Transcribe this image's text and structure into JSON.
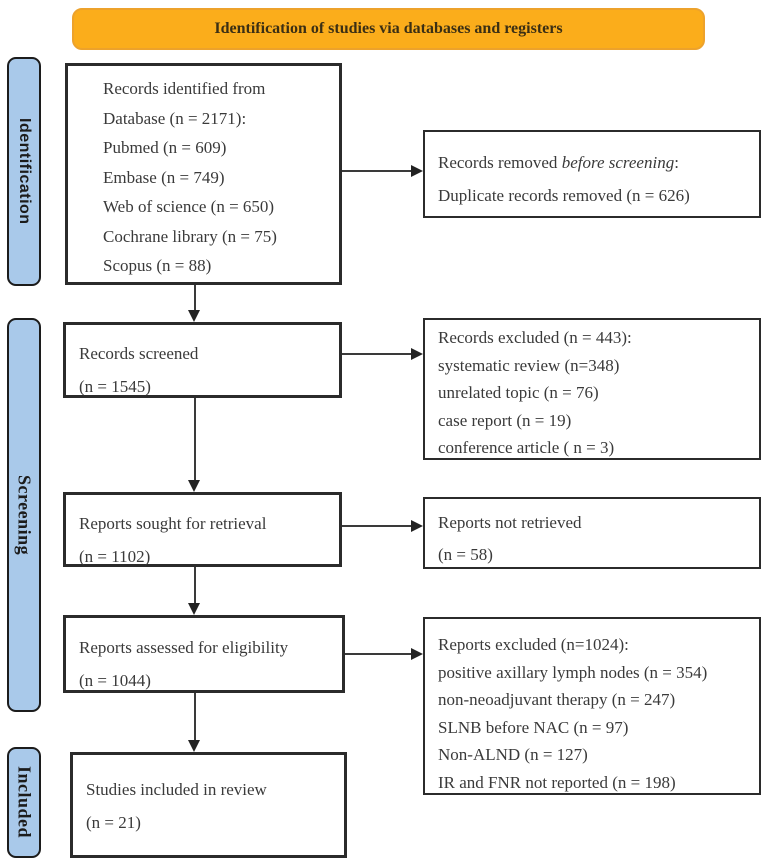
{
  "banner": {
    "title": "Identification of studies via databases and registers"
  },
  "stages": [
    {
      "label": "Identification"
    },
    {
      "label": "Screening"
    },
    {
      "label": "Included"
    }
  ],
  "boxes": {
    "identified": {
      "lines": [
        "Records identified from",
        "Database (n = 2171):",
        "Pubmed (n = 609)",
        "Embase (n = 749)",
        "Web of science (n = 650)",
        "Cochrane library (n = 75)",
        "Scopus (n = 88)"
      ]
    },
    "removed": {
      "prefix": "Records removed ",
      "italic": "before screening",
      "suffix": ":",
      "line2": "Duplicate records removed (n = 626)"
    },
    "screened": {
      "lines": [
        "Records screened",
        "(n = 1545)"
      ]
    },
    "excluded_screening": {
      "lines": [
        "Records excluded (n = 443):",
        "systematic review (n=348)",
        "unrelated topic (n = 76)",
        "case report (n = 19)",
        "conference article ( n = 3)"
      ]
    },
    "sought": {
      "lines": [
        "Reports sought for retrieval",
        "(n = 1102)"
      ]
    },
    "not_retrieved": {
      "lines": [
        "Reports not retrieved",
        "(n = 58)"
      ]
    },
    "assessed": {
      "lines": [
        "Reports assessed for eligibility",
        "(n = 1044)"
      ]
    },
    "excluded_eligibility": {
      "lines": [
        "Reports excluded (n=1024):",
        "positive axillary lymph nodes (n = 354)",
        "non-neoadjuvant therapy (n = 247)",
        "SLNB before NAC (n = 97)",
        "Non-ALND (n = 127)",
        "IR and FNR not reported (n = 198)"
      ]
    },
    "included": {
      "lines": [
        "Studies included in review",
        "(n = 21)"
      ]
    }
  },
  "colors": {
    "banner_fill": "#FBAD1B",
    "banner_border": "#EDA22B",
    "stage_fill": "#A9C9EA",
    "box_border": "#2B2B2B",
    "line": "#3A3A3A",
    "text": "#3A3A3A"
  }
}
